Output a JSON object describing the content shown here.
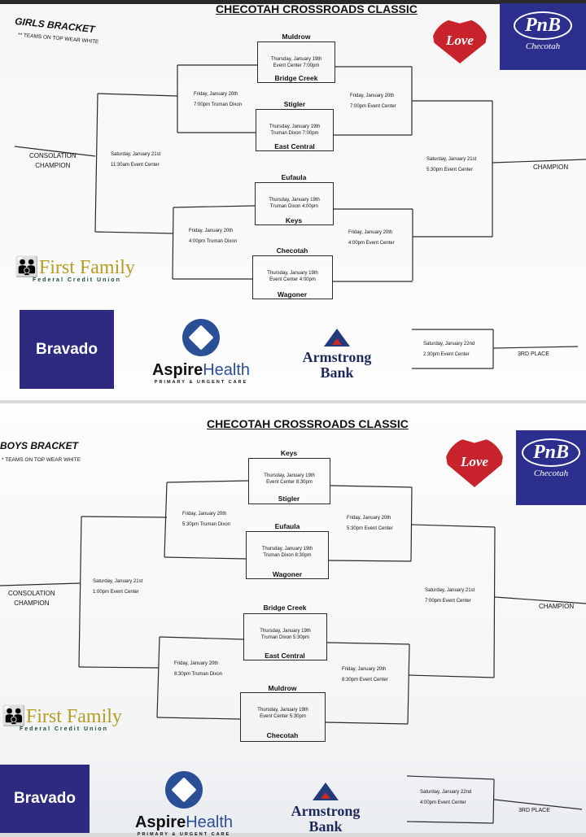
{
  "sponsors": {
    "love": "Love",
    "pnb": "PnB",
    "pnb_city": "Checotah",
    "first_family": "First Family",
    "first_family_sub": "Federal Credit Union",
    "bravado": "Bravado",
    "aspire_a": "Aspire",
    "aspire_b": "Health",
    "aspire_sub": "PRIMARY & URGENT CARE",
    "armstrong_a": "Armstrong",
    "armstrong_b": "Bank"
  },
  "girls": {
    "title": "CHECOTAH CROSSROADS CLASSIC",
    "bracket_label": "GIRLS BRACKET",
    "note": "** TEAMS ON TOP WEAR WHITE",
    "first_round": [
      {
        "top": "Muldrow",
        "bottom": "Bridge Creek",
        "date": "Thursday, January 19th",
        "time": "Event Center 7:00pm"
      },
      {
        "top": "Stigler",
        "bottom": "East Central",
        "date": "Thursday, January 19th",
        "time": "Truman Dixon 7:00pm"
      },
      {
        "top": "Eufaula",
        "bottom": "Keys",
        "date": "Thursday, January 19th",
        "time": "Truman Dixon 4:00pm"
      },
      {
        "top": "Checotah",
        "bottom": "Wagoner",
        "date": "Thursday, January 19th",
        "time": "Event Center 4:00pm"
      }
    ],
    "second_round": [
      {
        "date": "Friday, January 20th",
        "time": "7:00pm Truman Dixon"
      },
      {
        "date": "Friday, January 20th",
        "time": "7:00pm Event Center"
      },
      {
        "date": "Friday, January 20th",
        "time": "4:00pm Truman Dixon"
      },
      {
        "date": "Friday, January 20th",
        "time": "4:00pm Event Center"
      }
    ],
    "consolation": {
      "date": "Saturday, January 21st",
      "time": "11:30am Event Center",
      "label_a": "CONSOLATION",
      "label_b": "CHAMPION"
    },
    "championship": {
      "date": "Saturday, January 21st",
      "time": "5:30pm Event Center",
      "label": "CHAMPION"
    },
    "third_place": {
      "date": "Saturday, January 22nd",
      "time": "2:30pm Event Center",
      "label": "3RD PLACE"
    }
  },
  "boys": {
    "title": "CHECOTAH CROSSROADS CLASSIC",
    "bracket_label": "BOYS BRACKET",
    "note": "* TEAMS ON TOP WEAR WHITE",
    "first_round": [
      {
        "top": "Keys",
        "bottom": "Stigler",
        "date": "Thursday, January 19th",
        "time": "Event Center 8:30pm"
      },
      {
        "top": "Eufaula",
        "bottom": "Wagoner",
        "date": "Thursday, January 19th",
        "time": "Truman Dixon 8:30pm"
      },
      {
        "top": "Bridge Creek",
        "bottom": "East Central",
        "date": "Thursday, January 19th",
        "time": "Truman Dixon 5:30pm"
      },
      {
        "top": "Muldrow",
        "bottom": "Checotah",
        "date": "Thursday, January 19th",
        "time": "Event Center 5:30pm"
      }
    ],
    "second_round": [
      {
        "date": "Friday, January 20th",
        "time": "5:30pm Truman Dixon"
      },
      {
        "date": "Friday, January 20th",
        "time": "5:30pm Event Center"
      },
      {
        "date": "Friday, January 20th",
        "time": "8:30pm Truman Dixon"
      },
      {
        "date": "Friday, January 20th",
        "time": "8:30pm Event Center"
      }
    ],
    "consolation": {
      "date": "Saturday, January 21st",
      "time": "1:00pm Event Center",
      "label_a": "CONSOLATION",
      "label_b": "CHAMPION"
    },
    "championship": {
      "date": "Saturday, January 21st",
      "time": "7:00pm Event Center",
      "label": "CHAMPION"
    },
    "third_place": {
      "date": "Saturday, January 22nd",
      "time": "4:00pm Event Center",
      "label": "3RD PLACE"
    }
  }
}
